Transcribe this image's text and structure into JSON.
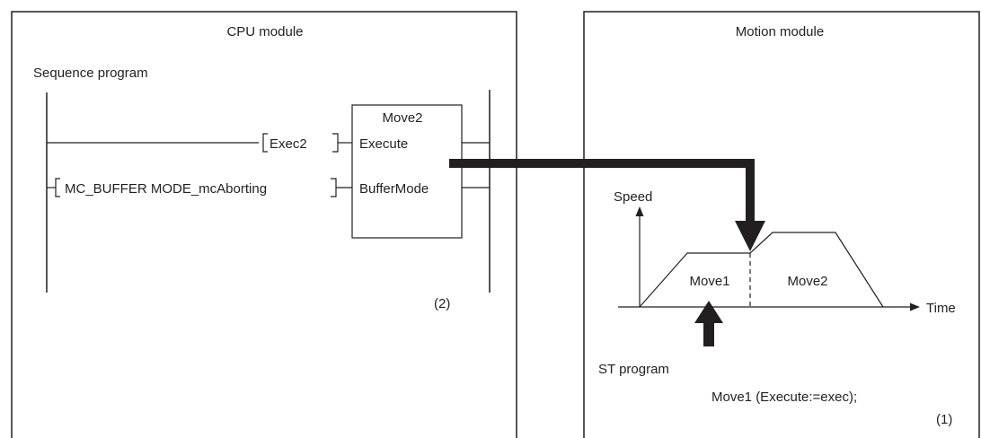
{
  "cpu_module": {
    "title": "CPU module",
    "sequence_label": "Sequence program",
    "contact_exec": "Exec2",
    "contact_buffer": "MC_BUFFER MODE_mcAborting",
    "fb_name": "Move2",
    "fb_input_execute": "Execute",
    "fb_input_buffer": "BufferMode",
    "callout": "(2)"
  },
  "motion_module": {
    "title": "Motion module",
    "speed_axis": "Speed",
    "time_axis": "Time",
    "segment_1": "Move1",
    "segment_2": "Move2",
    "st_label": "ST program",
    "st_code": "Move1 (Execute:=exec);",
    "callout": "(1)"
  },
  "colors": {
    "line": "#231f20",
    "background": "#ffffff"
  }
}
